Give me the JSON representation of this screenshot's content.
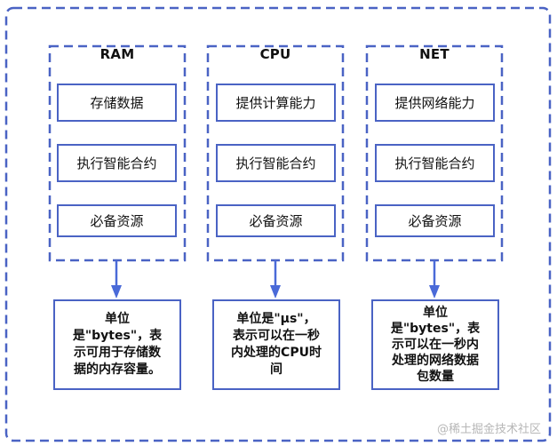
{
  "colors": {
    "stroke": "#4a63c4",
    "arrow": "#4a6ad8",
    "text": "#111111",
    "watermark": "#b7b7b7",
    "background": "#ffffff"
  },
  "groups": [
    {
      "title": "RAM",
      "items": [
        "存储数据",
        "执行智能合约",
        "必备资源"
      ],
      "note": [
        "单位",
        "是\"bytes\"，表",
        "示可用于存储数",
        "据的内存容量。"
      ]
    },
    {
      "title": "CPU",
      "items": [
        "提供计算能力",
        "执行智能合约",
        "必备资源"
      ],
      "note": [
        "单位是\"μs\"，",
        "表示可以在一秒",
        "内处理的CPU时",
        "间"
      ]
    },
    {
      "title": "NET",
      "items": [
        "提供网络能力",
        "执行智能合约",
        "必备资源"
      ],
      "note": [
        "单位",
        "是\"bytes\"，表",
        "示可以在一秒内",
        "处理的网络数据",
        "包数量"
      ]
    }
  ],
  "watermark": "@稀土掘金技术社区"
}
